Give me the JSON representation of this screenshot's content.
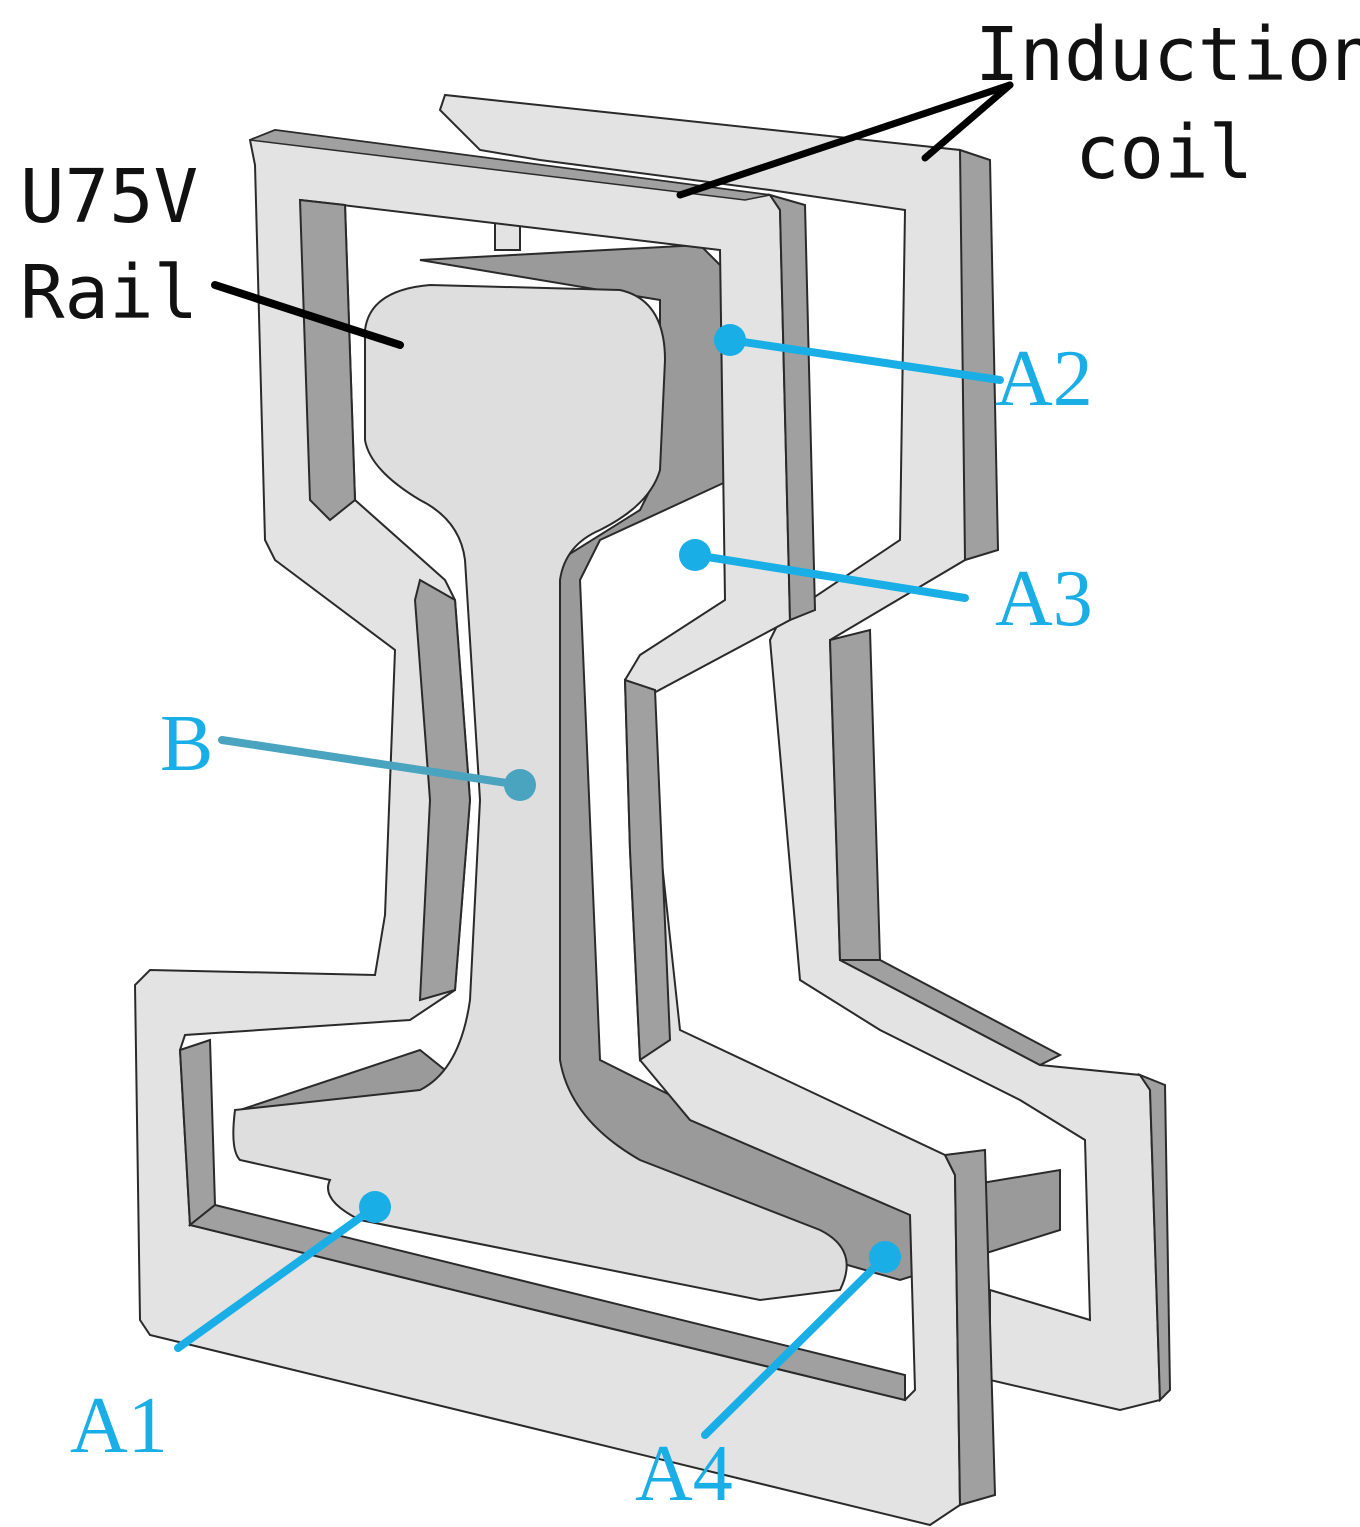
{
  "labels": {
    "coil_line1": "Induction",
    "coil_line2": "coil",
    "rail_line1": "U75V",
    "rail_line2": "Rail",
    "a1": "A1",
    "a2": "A2",
    "a3": "A3",
    "a4": "A4",
    "b": "B"
  },
  "colors": {
    "coil_face": "#e3e3e3",
    "coil_side": "#a0a0a0",
    "rail_face": "#dedede",
    "rail_side": "#9a9a9a",
    "outline": "#2a2a2a",
    "leader_black": "#000000",
    "marker_blue": "#1aaee6",
    "marker_b": "#4aa3bf"
  }
}
